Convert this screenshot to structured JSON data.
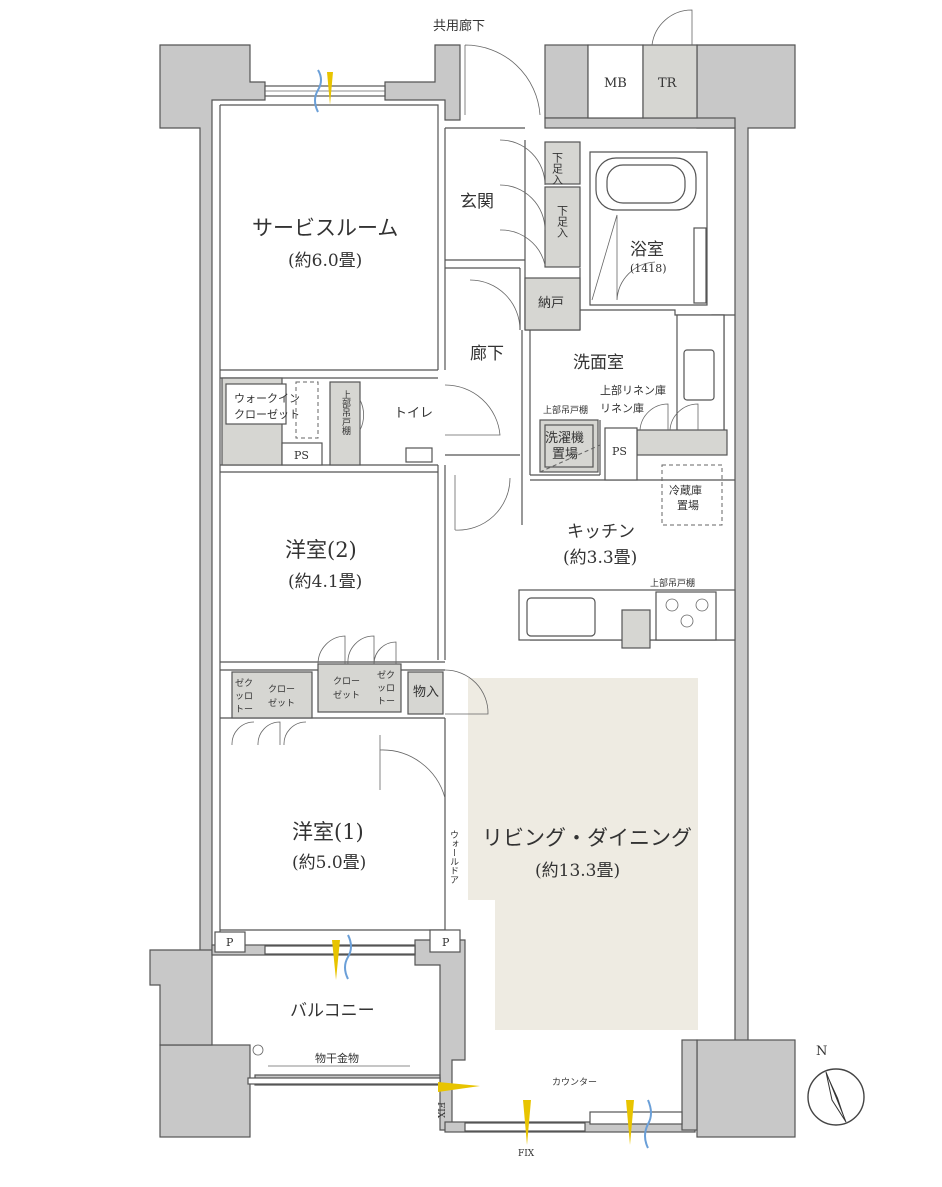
{
  "title": "Floor plan",
  "colors": {
    "wall": "#c8c8c8",
    "living_floor": "#eeebe2",
    "fixture": "#d6d6d2",
    "airflow_yellow": "#e8c400",
    "airflow_blue": "#6a9fd8"
  },
  "labels": {
    "common_corridor": "共用廊下",
    "mb": "MB",
    "tr": "TR",
    "entrance": "玄関",
    "shoe_box_1": "下足入",
    "shoe_box_2": "下足入",
    "bath": "浴室",
    "bath_size": "(1418)",
    "storage_nando": "納戸",
    "service_room": "サービスルーム",
    "service_room_size": "(約6.0畳)",
    "hallway": "廊下",
    "washroom": "洗面室",
    "upper_linen": "上部リネン庫",
    "linen": "リネン庫",
    "upper_cabinet_wash": "上部吊戸棚",
    "washer_1": "洗濯機",
    "washer_2": "置場",
    "ps_wash": "PS",
    "walkin_1": "ウォークイン",
    "walkin_2": "クローゼット",
    "upper_cabinet_toilet": "上部吊戸棚",
    "toilet": "トイレ",
    "ps_toilet": "PS",
    "fridge_1": "冷蔵庫",
    "fridge_2": "置場",
    "kitchen": "キッチン",
    "kitchen_size": "(約3.3畳)",
    "upper_cabinet_kitchen": "上部吊戸棚",
    "western2": "洋室(2)",
    "western2_size": "(約4.1畳)",
    "closet_a_1": "ゼク",
    "closet_a_2": "ッロ",
    "closet_a_3": "トー",
    "closet_b_1": "クロー",
    "closet_b_2": "ゼット",
    "closet_c_1": "クロー",
    "closet_c_2": "ゼット",
    "closet_d_1": "ゼク",
    "closet_d_2": "ッロ",
    "closet_d_3": "トー",
    "storage": "物入",
    "western1": "洋室(1)",
    "western1_size": "(約5.0畳)",
    "wall_door": "ウォールドア",
    "living": "リビング・ダイニング",
    "living_size": "(約13.3畳)",
    "p_left": "P",
    "p_right": "P",
    "balcony": "バルコニー",
    "drying_rack": "物干金物",
    "counter": "カウンター",
    "fix_vertical": "FIX",
    "fix_bottom": "FIX",
    "north": "N"
  }
}
